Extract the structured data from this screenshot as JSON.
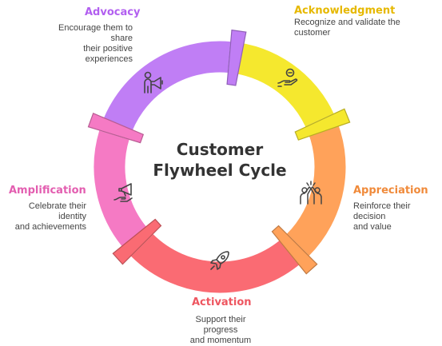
{
  "diagram": {
    "center": {
      "line1": "Customer",
      "line2": "Flywheel Cycle"
    },
    "stages": [
      {
        "id": "acknowledgment",
        "title": "Acknowledgment",
        "description": "Recognize and validate the\ncustomer",
        "color": "#f5e82e",
        "title_color": "#e6b800",
        "icon": "hand-coin-icon"
      },
      {
        "id": "appreciation",
        "title": "Appreciation",
        "description": "Reinforce their decision\nand value",
        "color": "#ffa25a",
        "title_color": "#f08a3a",
        "icon": "high-five-icon"
      },
      {
        "id": "activation",
        "title": "Activation",
        "description": "Support their progress\nand momentum",
        "color": "#fa6b73",
        "title_color": "#ee5660",
        "icon": "rocket-icon"
      },
      {
        "id": "amplification",
        "title": "Amplification",
        "description": "Celebrate their identity\nand achievements",
        "color": "#f57ac4",
        "title_color": "#e35eb0",
        "icon": "hand-megaphone-icon"
      },
      {
        "id": "advocacy",
        "title": "Advocacy",
        "description": "Encourage them to share\ntheir positive experiences",
        "color": "#c07ef5",
        "title_color": "#b25ff0",
        "icon": "person-megaphone-icon"
      }
    ]
  }
}
